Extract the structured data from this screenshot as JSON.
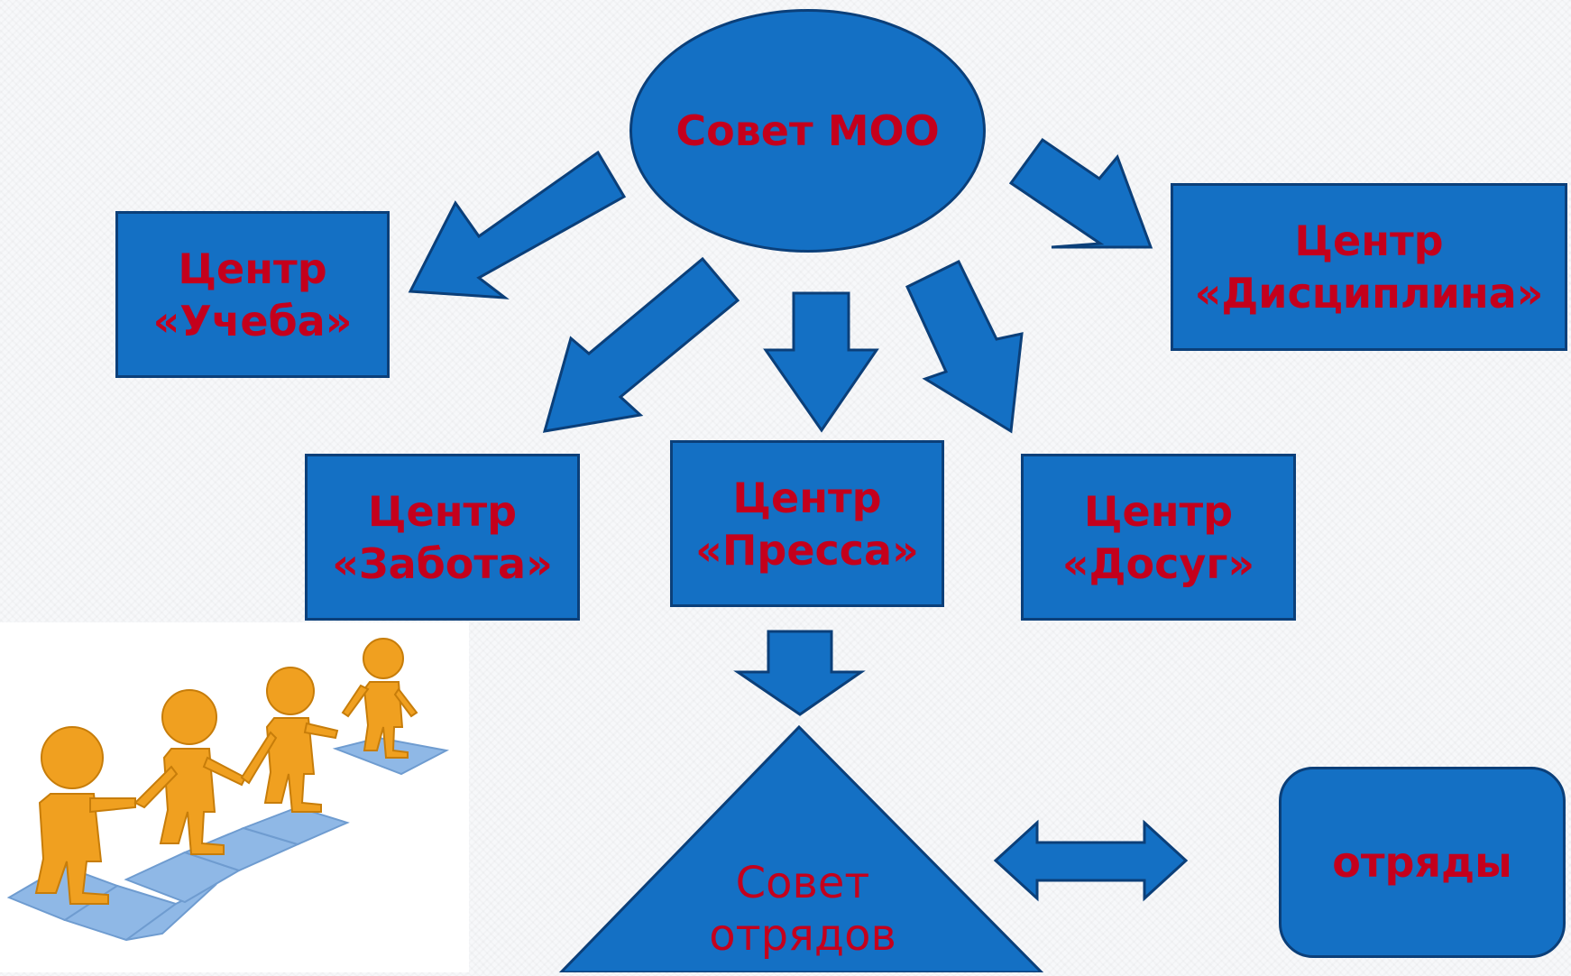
{
  "nodes": {
    "council_moo": {
      "line1": "Совет",
      "line2": "МОО"
    },
    "center_study": {
      "line1": "Центр",
      "line2": "«Учеба»"
    },
    "center_discipline": {
      "line1": "Центр",
      "line2": "«Дисциплина»"
    },
    "center_care": {
      "line1": "Центр",
      "line2": "«Забота»"
    },
    "center_press": {
      "line1": "Центр",
      "line2": "«Пресса»"
    },
    "center_leisure": {
      "line1": "Центр",
      "line2": "«Досуг»"
    },
    "council_squads": {
      "line1": "Совет",
      "line2": "отрядов"
    },
    "squads": {
      "label": "отряды"
    }
  },
  "colors": {
    "fill": "#1470c4",
    "border": "#0b3f79",
    "text": "#c4001c",
    "figure": "#f0a020",
    "puzzle": "#8fb8e6"
  },
  "illustration": {
    "icon": "people-on-puzzle-icon"
  }
}
